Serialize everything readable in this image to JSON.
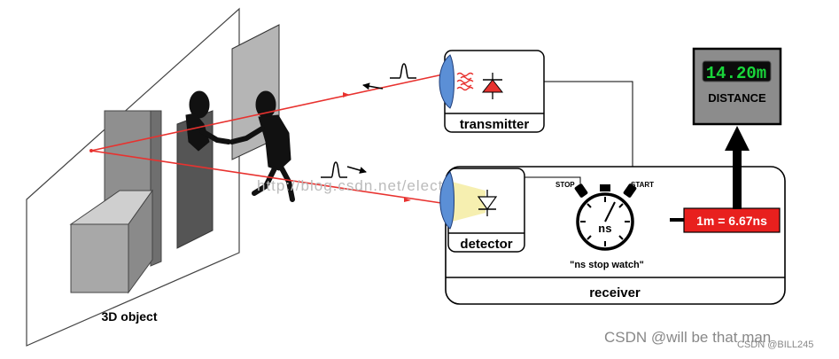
{
  "labels": {
    "object": "3D object",
    "transmitter": "transmitter",
    "detector": "detector",
    "receiver": "receiver",
    "stopwatch_caption": "\"ns stop watch\"",
    "stop": "STOP",
    "start": "START",
    "stopwatch_face": "ns",
    "conversion": "1m = 6.67ns",
    "distance_title": "DISTANCE",
    "distance_readout": "14.20m"
  },
  "watermarks": {
    "url": "http://blog.csdn.net/electech6",
    "csdn_main": "CSDN @will be that man",
    "csdn_small": "CSDN @BILL245"
  },
  "colors": {
    "laser": "#e8322f",
    "conversion_box": "#e8201e",
    "display_bg": "#0b0b0b",
    "display_digits": "#19d63a",
    "distance_panel": "#8c8c8c",
    "lens": "#5b8fd6",
    "detector_beam": "#f6efb0"
  }
}
